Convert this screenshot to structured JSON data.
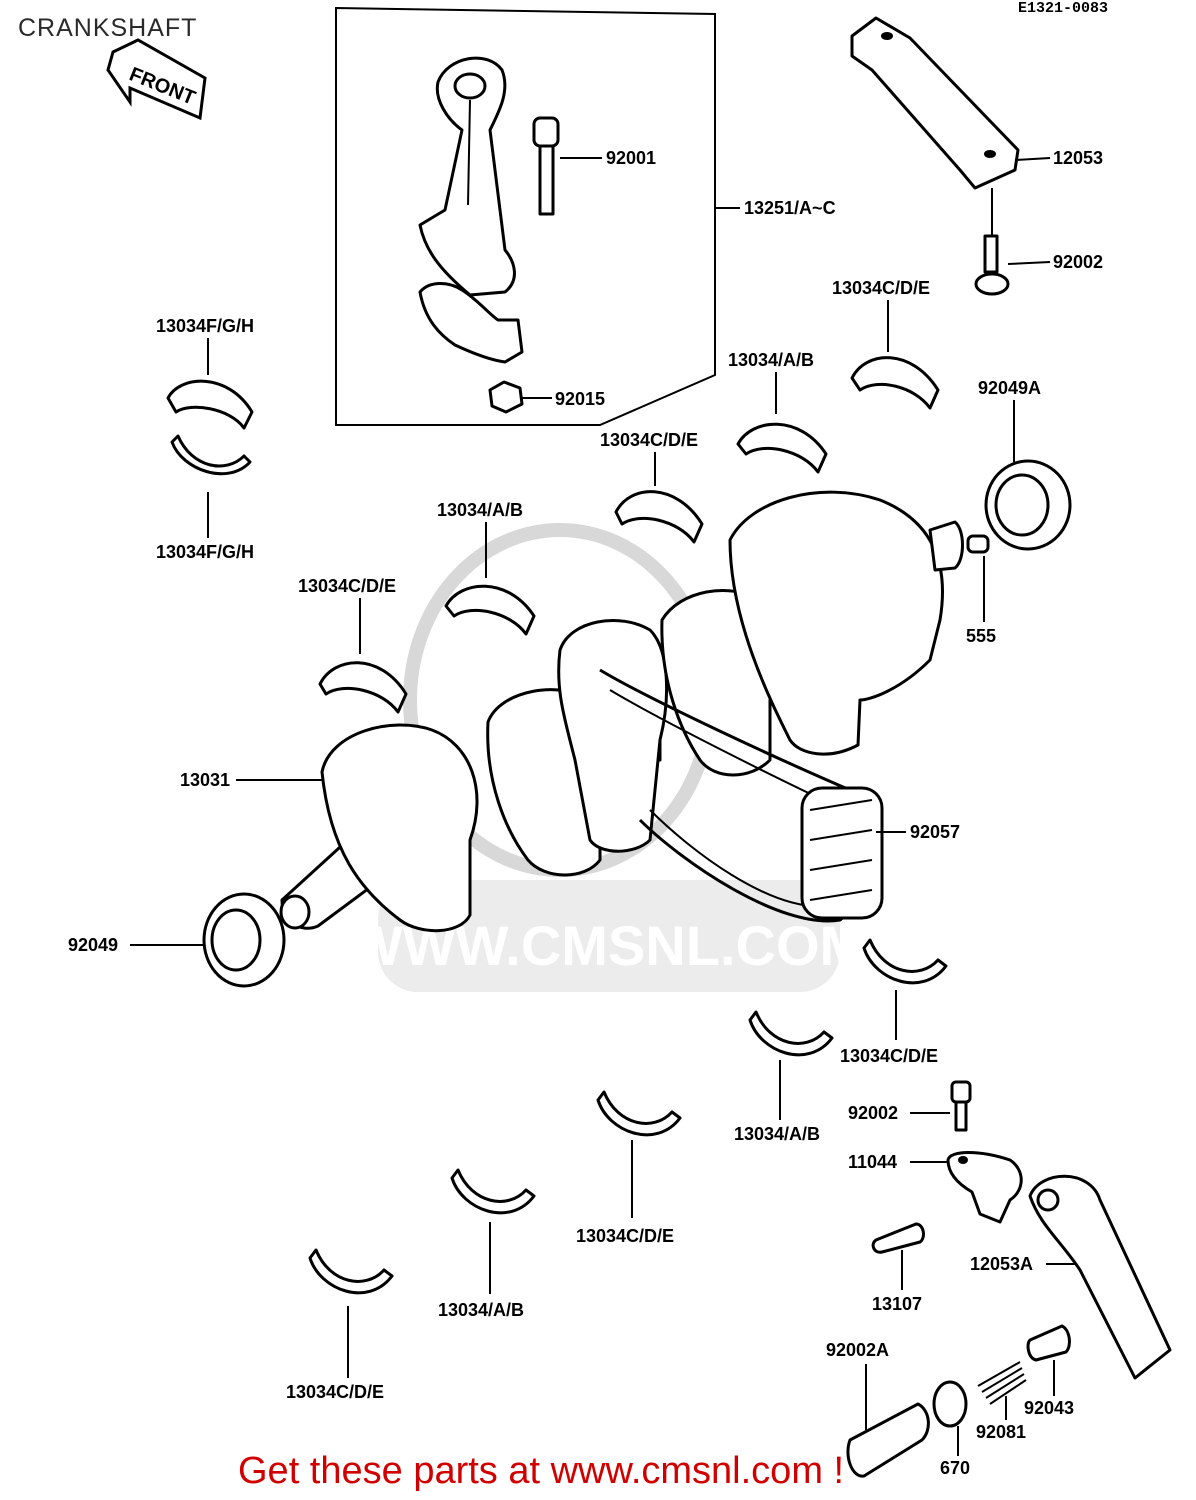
{
  "title": "CRANKSHAFT",
  "drawing_code": "E1321-0083",
  "front_arrow_label": "FRONT",
  "watermark_text": "WWW.CMSNL.COM",
  "footer_text": "Get these parts at www.cmsnl.com !",
  "colors": {
    "footer": "#d10000",
    "watermark": "#d8d8d8",
    "ink": "#000000"
  },
  "labels": {
    "l92001": "92001",
    "l13251": "13251/A~C",
    "l92015": "92015",
    "l12053": "12053",
    "l92002_top": "92002",
    "l13034cde_1": "13034C/D/E",
    "l92049a": "92049A",
    "l13034fgh_top": "13034F/G/H",
    "l13034fgh_bot": "13034F/G/H",
    "l13034ab_1": "13034/A/B",
    "l13034cde_2": "13034C/D/E",
    "l13034ab_2": "13034/A/B",
    "l13034cde_3": "13034C/D/E",
    "l555": "555",
    "l13031": "13031",
    "l92057": "92057",
    "l92049": "92049",
    "l13034cde_4": "13034C/D/E",
    "l13034ab_3": "13034/A/B",
    "l92002_mid": "92002",
    "l11044": "11044",
    "l13034cde_5": "13034C/D/E",
    "l13034ab_4": "13034/A/B",
    "l12053a": "12053A",
    "l13107": "13107",
    "l13034cde_6": "13034C/D/E",
    "l92002a": "92002A",
    "l92043": "92043",
    "l92081": "92081",
    "l670": "670"
  }
}
